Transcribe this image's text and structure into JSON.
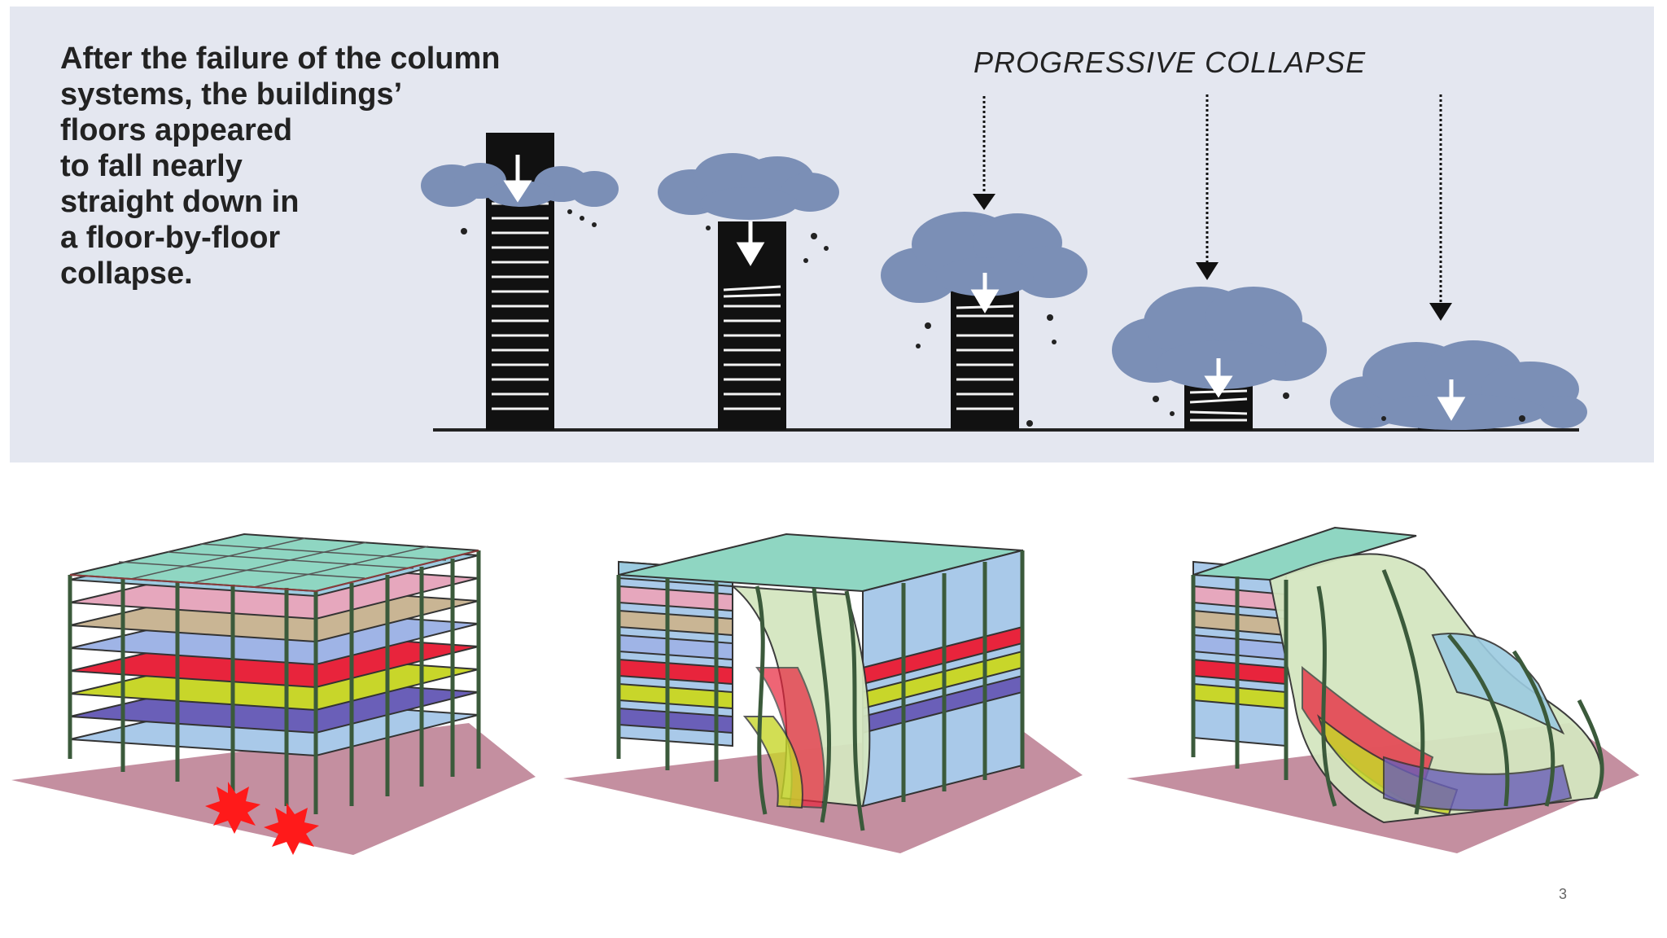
{
  "caption": {
    "lines": [
      "After the failure of the column",
      "systems, the buildings’",
      "floors appeared",
      "to fall nearly",
      "straight down in",
      "a floor-by-floor",
      "collapse."
    ]
  },
  "diagram_title": "PROGRESSIVE COLLAPSE",
  "page_number": "3",
  "colors": {
    "panel_background": "#e4e7f0",
    "tower": "#111111",
    "dust_cloud": "#7b8fb6",
    "ground_plate": "#c48fa0",
    "blast": "#ff1a1a",
    "floor_colors": [
      "#8fd6c2",
      "#9ccbe0",
      "#e6a7bd",
      "#c9b594",
      "#9fb4e6",
      "#e8243c",
      "#c8d62a",
      "#6a5fb8",
      "#a9c9e9"
    ]
  },
  "stages": {
    "top_row_count": 5,
    "bottom_row_count": 3,
    "icons": [
      "down-arrow-icon",
      "explosion-icon"
    ]
  }
}
